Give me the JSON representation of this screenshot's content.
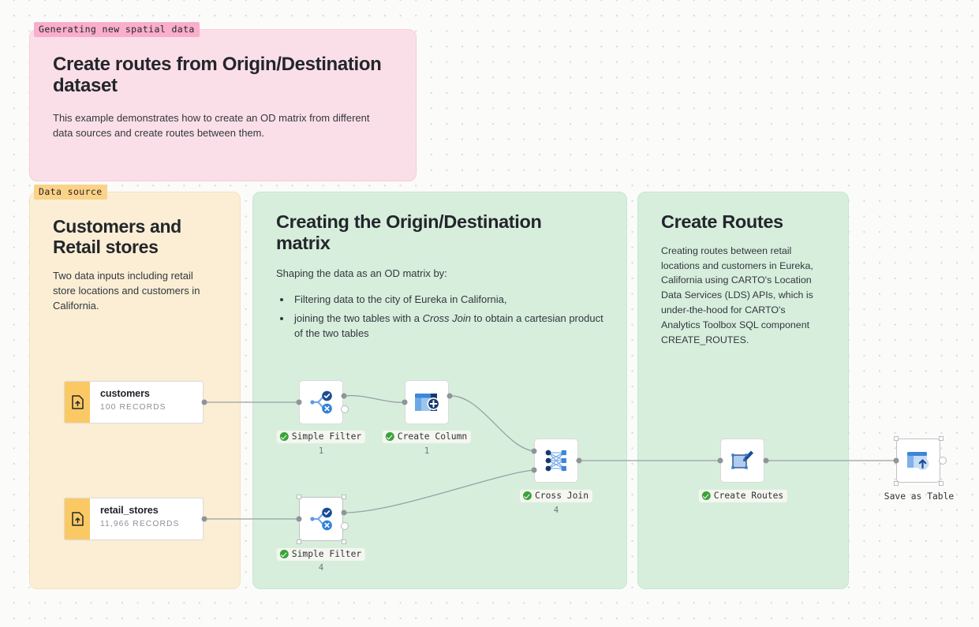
{
  "canvas": {
    "background": "#fbfbfa",
    "dot_color": "#d8d8d6"
  },
  "panels": [
    {
      "id": "intro",
      "tag": "Generating new spatial data",
      "tag_bg": "#f9aecb",
      "bg": "#fbdfe8",
      "title": "Create routes from Origin/Destination dataset",
      "body": "This example demonstrates how to create an OD matrix from different data sources and create routes between them."
    },
    {
      "id": "source",
      "tag": "Data source",
      "tag_bg": "#fbd287",
      "bg": "#fbeed4",
      "title": "Customers and Retail stores",
      "body": "Two data inputs including retail store locations and customers in California."
    },
    {
      "id": "od",
      "tag": "",
      "bg": "#d7eedd",
      "title": "Creating the Origin/Destination matrix",
      "body": "Shaping the data as an OD matrix by:",
      "bullets": [
        "Filtering data to the city of Eureka in California,",
        "joining the two tables with a Cross Join to obtain a cartesian product of the two tables"
      ]
    },
    {
      "id": "routes",
      "tag": "",
      "bg": "#d7eedd",
      "title": "Create Routes",
      "body": "Creating routes between retail locations and customers in Eureka, California using CARTO's Location Data Services (LDS) APIs, which is under-the-hood for CARTO's Analytics Toolbox SQL component CREATE_ROUTES."
    }
  ],
  "sources": [
    {
      "name": "customers",
      "records": "100 RECORDS",
      "swatch": "#fbc964",
      "icon": "file-import-icon"
    },
    {
      "name": "retail_stores",
      "records": "11,966 RECORDS",
      "swatch": "#fbc964",
      "icon": "file-import-icon"
    }
  ],
  "nodes": [
    {
      "id": "simple-filter-1",
      "label": "Simple Filter",
      "count": "1",
      "status": "success",
      "icon": "simple-filter-icon"
    },
    {
      "id": "create-column",
      "label": "Create Column",
      "count": "1",
      "status": "success",
      "icon": "create-column-icon"
    },
    {
      "id": "simple-filter-2",
      "label": "Simple Filter",
      "count": "4",
      "status": "success",
      "icon": "simple-filter-icon"
    },
    {
      "id": "cross-join",
      "label": "Cross Join",
      "count": "4",
      "status": "success",
      "icon": "cross-join-icon"
    },
    {
      "id": "create-routes",
      "label": "Create Routes",
      "count": "",
      "status": "success",
      "icon": "create-routes-icon"
    },
    {
      "id": "save-as-table",
      "label": "Save as Table",
      "count": "",
      "status": "none",
      "icon": "save-as-table-icon"
    }
  ],
  "colors": {
    "success_green": "#3aa33c",
    "node_blue": "#3d7fd4",
    "node_blue_dark": "#16396e",
    "wire": "#9aa0a4"
  }
}
